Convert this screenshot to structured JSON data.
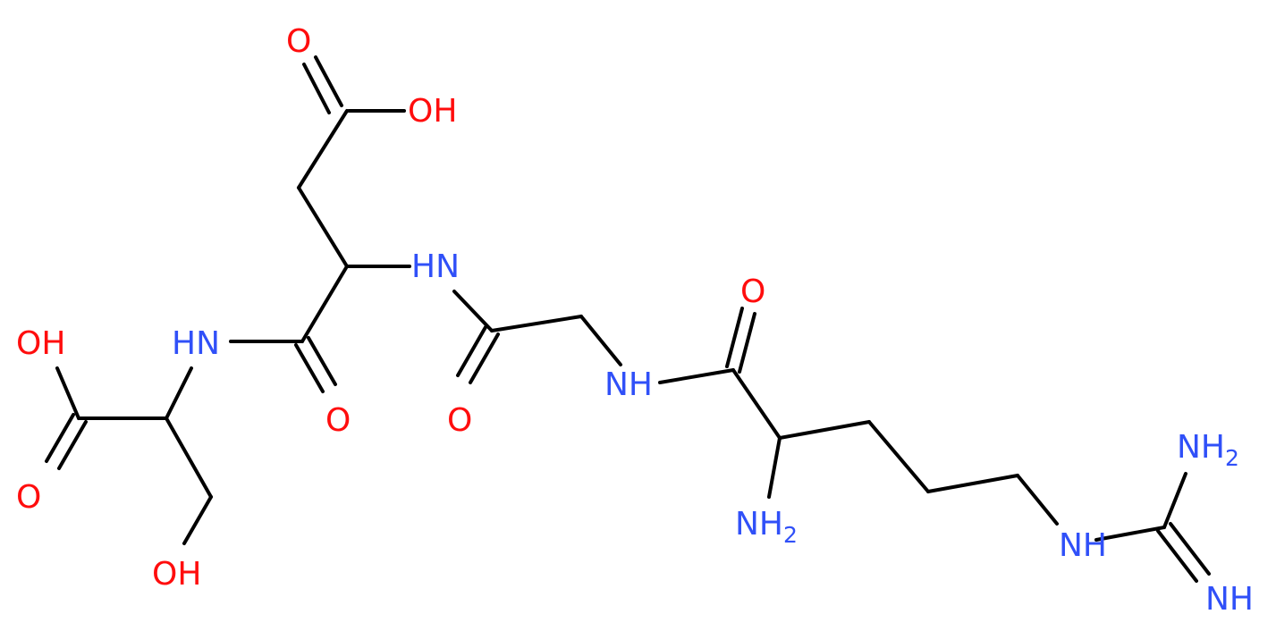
{
  "colors": {
    "bond": "#000000",
    "oxygen": "#ff0d0d",
    "nitrogen": "#3050f8",
    "background": "#ffffff"
  },
  "labels": {
    "asp_side_chain_carbonyl_o": "O",
    "asp_side_chain_oh": "OH",
    "asp_alpha_nh": "HN",
    "ser_nh": "HN",
    "ser_acid_oh": "OH",
    "ser_acid_o": "O",
    "ser_side_chain_oh": "OH",
    "asp_amide_o": "O",
    "gly_amide_o": "O",
    "gly_nh": "NH",
    "arg_amide_o": "O",
    "arg_amine_main": "NH",
    "arg_amine_sub": "2",
    "guanidine_nh": "NH",
    "guanidine_nh2_top_main": "NH",
    "guanidine_nh2_top_sub": "2",
    "guanidine_imine": "NH"
  }
}
